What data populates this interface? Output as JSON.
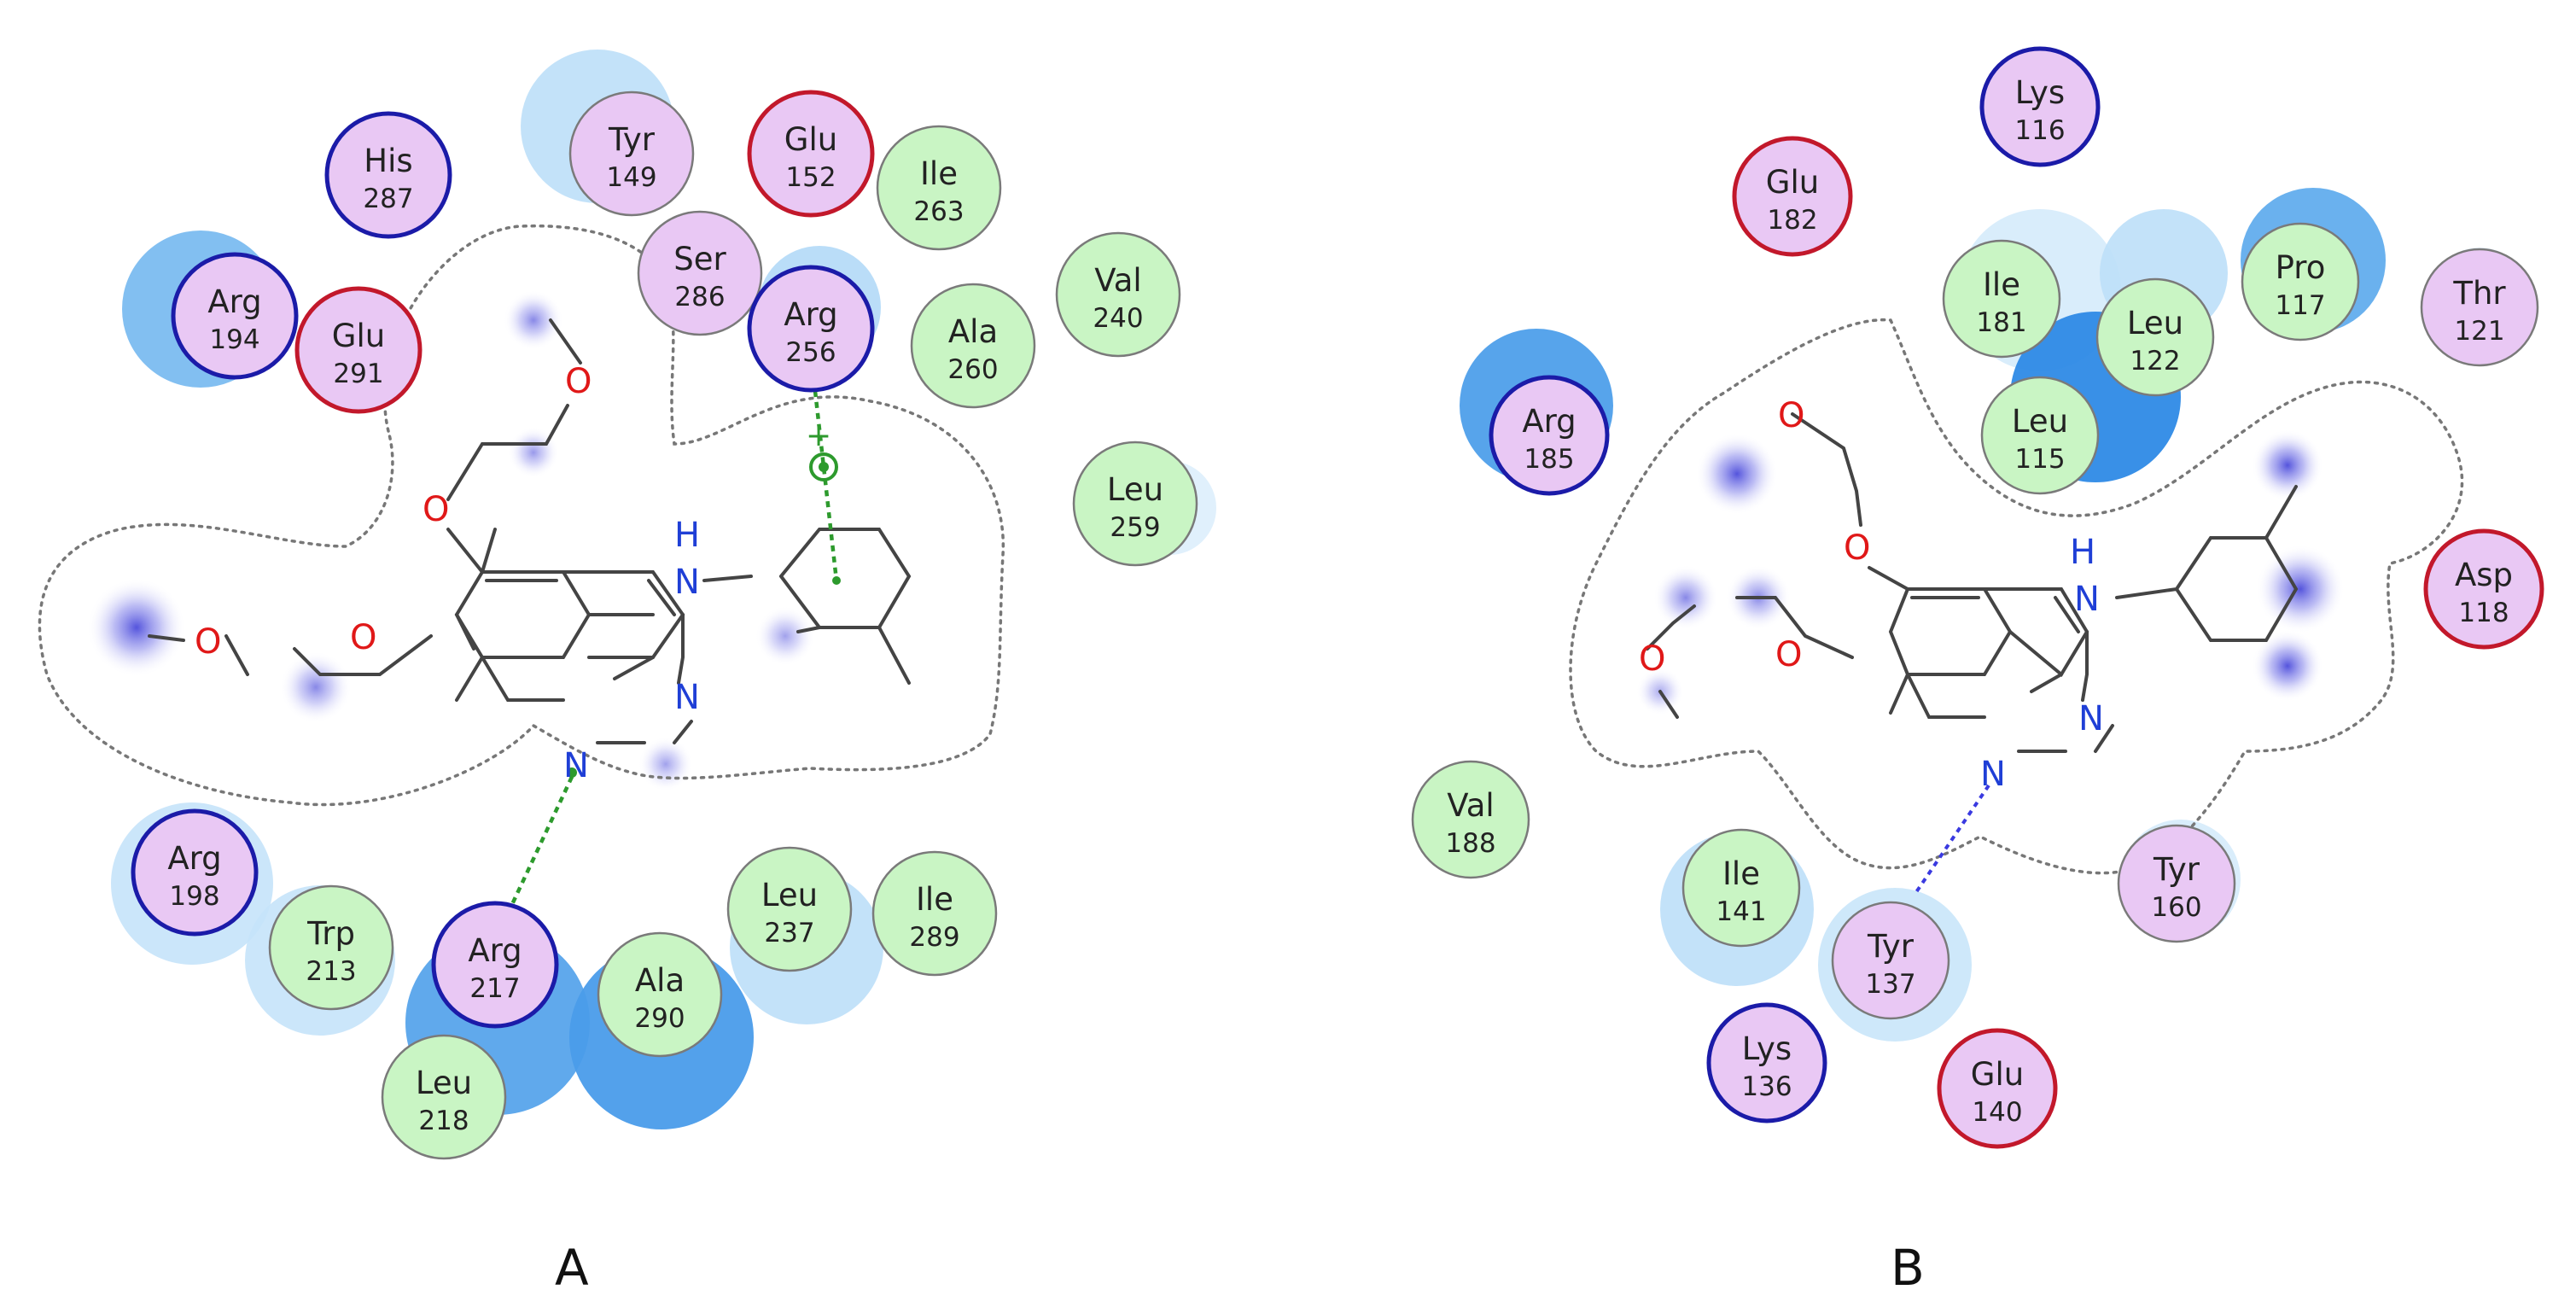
{
  "colors": {
    "hydrophobic_fill": "#c9f5c4",
    "polar_fill": "#e9c8f4",
    "acidic_border": "#c2182b",
    "basic_border": "#1b1ba8",
    "neutral_border": "#7a7a7a",
    "hbond_sidechain": "#2d9a2d",
    "hbond_backbone": "#3a3ae0",
    "solvent_exposure": "#8ec8f2",
    "ligand_exposure": "#4b4bd8"
  },
  "atoms": {
    "oxygen": "O",
    "nitrogen": "N",
    "amine_h": "H"
  },
  "panels": [
    {
      "label": "A",
      "residues": [
        {
          "name": "His",
          "num": "287",
          "kind": "basic"
        },
        {
          "name": "Tyr",
          "num": "149",
          "kind": "polar"
        },
        {
          "name": "Glu",
          "num": "152",
          "kind": "acidic"
        },
        {
          "name": "Ile",
          "num": "263",
          "kind": "hydrophobic"
        },
        {
          "name": "Ser",
          "num": "286",
          "kind": "polar"
        },
        {
          "name": "Arg",
          "num": "194",
          "kind": "basic"
        },
        {
          "name": "Glu",
          "num": "291",
          "kind": "acidic"
        },
        {
          "name": "Arg",
          "num": "256",
          "kind": "basic"
        },
        {
          "name": "Val",
          "num": "240",
          "kind": "hydrophobic"
        },
        {
          "name": "Ala",
          "num": "260",
          "kind": "hydrophobic"
        },
        {
          "name": "Leu",
          "num": "259",
          "kind": "hydrophobic"
        },
        {
          "name": "Arg",
          "num": "198",
          "kind": "basic"
        },
        {
          "name": "Trp",
          "num": "213",
          "kind": "hydrophobic"
        },
        {
          "name": "Arg",
          "num": "217",
          "kind": "basic"
        },
        {
          "name": "Ala",
          "num": "290",
          "kind": "hydrophobic"
        },
        {
          "name": "Leu",
          "num": "237",
          "kind": "hydrophobic"
        },
        {
          "name": "Ile",
          "num": "289",
          "kind": "hydrophobic"
        },
        {
          "name": "Leu",
          "num": "218",
          "kind": "hydrophobic"
        }
      ]
    },
    {
      "label": "B",
      "residues": [
        {
          "name": "Lys",
          "num": "116",
          "kind": "basic"
        },
        {
          "name": "Glu",
          "num": "182",
          "kind": "acidic"
        },
        {
          "name": "Ile",
          "num": "181",
          "kind": "hydrophobic"
        },
        {
          "name": "Leu",
          "num": "122",
          "kind": "hydrophobic"
        },
        {
          "name": "Pro",
          "num": "117",
          "kind": "hydrophobic"
        },
        {
          "name": "Thr",
          "num": "121",
          "kind": "polar"
        },
        {
          "name": "Arg",
          "num": "185",
          "kind": "basic"
        },
        {
          "name": "Leu",
          "num": "115",
          "kind": "hydrophobic"
        },
        {
          "name": "Asp",
          "num": "118",
          "kind": "acidic"
        },
        {
          "name": "Val",
          "num": "188",
          "kind": "hydrophobic"
        },
        {
          "name": "Ile",
          "num": "141",
          "kind": "hydrophobic"
        },
        {
          "name": "Tyr",
          "num": "137",
          "kind": "polar"
        },
        {
          "name": "Tyr",
          "num": "160",
          "kind": "polar"
        },
        {
          "name": "Lys",
          "num": "136",
          "kind": "basic"
        },
        {
          "name": "Glu",
          "num": "140",
          "kind": "acidic"
        }
      ]
    }
  ]
}
